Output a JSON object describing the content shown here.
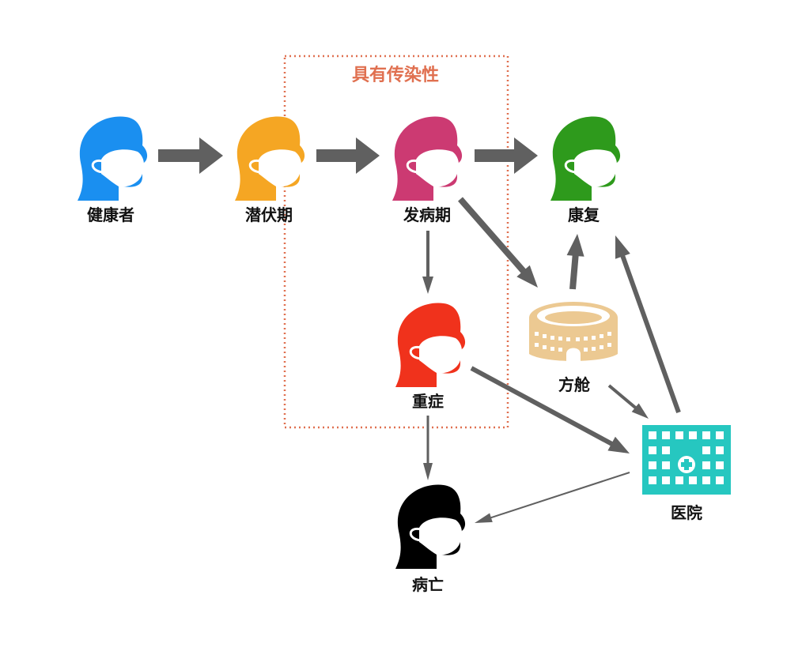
{
  "region": {
    "label": "具有传染性",
    "color": "#e07050"
  },
  "nodes": {
    "healthy": {
      "label": "健康者",
      "color": "#1a8ff0",
      "icon": "masked-head-icon"
    },
    "incubation": {
      "label": "潜伏期",
      "color": "#f5a623",
      "icon": "masked-head-icon"
    },
    "onset": {
      "label": "发病期",
      "color": "#cc3a72",
      "icon": "masked-head-icon"
    },
    "recovered": {
      "label": "康复",
      "color": "#2e9a1c",
      "icon": "masked-head-icon"
    },
    "severe": {
      "label": "重症",
      "color": "#f0321c",
      "icon": "masked-head-icon"
    },
    "death": {
      "label": "病亡",
      "color": "#000000",
      "icon": "masked-head-icon"
    },
    "cabin": {
      "label": "方舱",
      "color": "#ecc992",
      "icon": "stadium-icon"
    },
    "hospital": {
      "label": "医院",
      "color": "#26c7c0",
      "icon": "hospital-icon"
    }
  },
  "arrow_color": "#606060"
}
